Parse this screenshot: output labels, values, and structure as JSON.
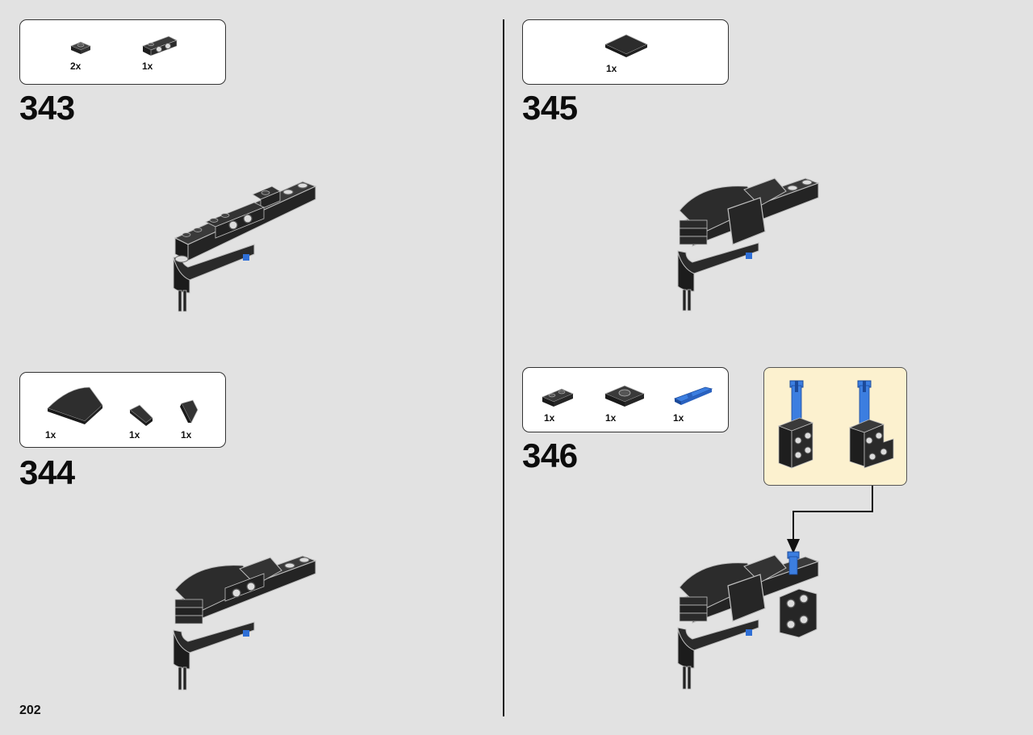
{
  "page_number": "202",
  "colors": {
    "brick_black": "#2a2a2a",
    "brick_edge": "#bdbdbd",
    "brick_blue": "#2f6fd6",
    "callout_bg": "#fcf1cf",
    "page_bg": "#e2e2e2"
  },
  "steps": [
    {
      "number": "343",
      "parts": [
        {
          "icon": "plate-1x1-icon",
          "qty": "2x"
        },
        {
          "icon": "plate-with-pin-holes-icon",
          "qty": "1x"
        }
      ]
    },
    {
      "number": "344",
      "parts": [
        {
          "icon": "wedge-curved-icon",
          "qty": "1x"
        },
        {
          "icon": "wedge-small-left-icon",
          "qty": "1x"
        },
        {
          "icon": "wedge-small-right-icon",
          "qty": "1x"
        }
      ]
    },
    {
      "number": "345",
      "parts": [
        {
          "icon": "tile-2x2-icon",
          "qty": "1x"
        }
      ]
    },
    {
      "number": "346",
      "parts": [
        {
          "icon": "plate-1x2-icon",
          "qty": "1x"
        },
        {
          "icon": "plate-2x2-round-stud-icon",
          "qty": "1x"
        },
        {
          "icon": "blue-axle-pin-icon",
          "qty": "1x"
        }
      ]
    }
  ]
}
